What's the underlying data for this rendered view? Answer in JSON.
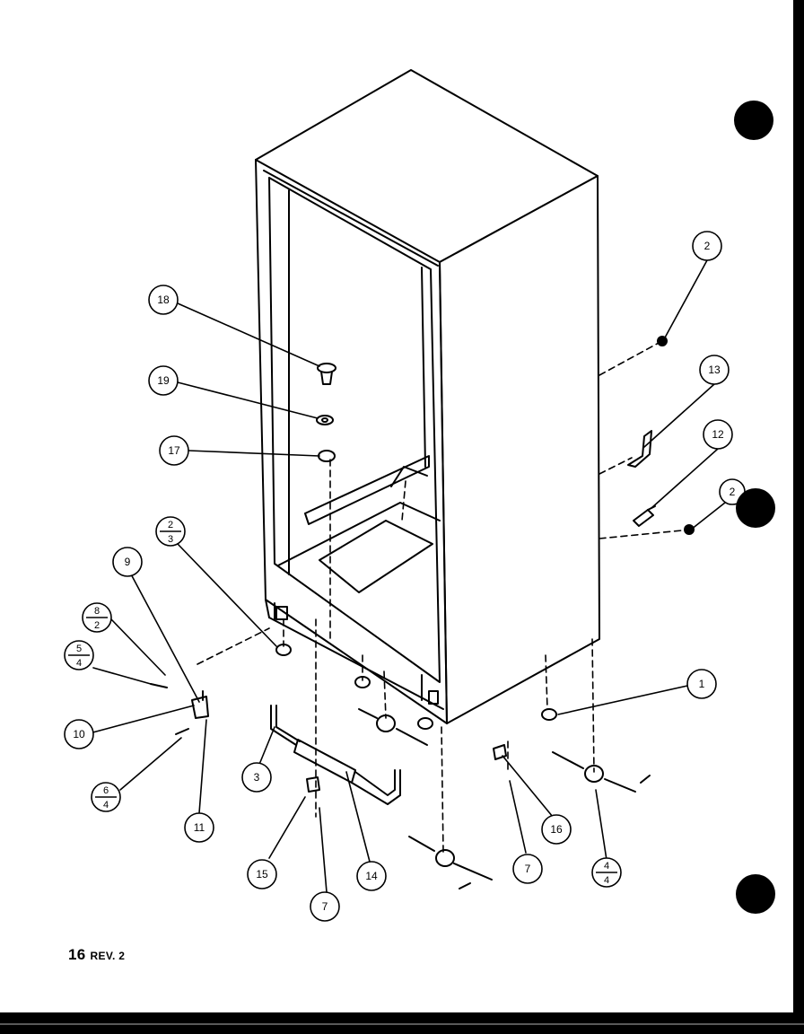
{
  "diagram": {
    "footer": {
      "main": "16",
      "rev": "REV. 2"
    },
    "callouts": {
      "c18": "18",
      "c19": "19",
      "c17": "17",
      "c2a": "2",
      "c13": "13",
      "c12": "12",
      "c2b": "2",
      "c1": "1",
      "c9": "9",
      "c10": "10",
      "c11": "11",
      "c3": "3",
      "c15": "15",
      "c7a": "7",
      "c14": "14",
      "c7b": "7",
      "c16": "16"
    },
    "fractions": {
      "f23": {
        "top": "2",
        "bottom": "3"
      },
      "f82": {
        "top": "8",
        "bottom": "2"
      },
      "f54": {
        "top": "5",
        "bottom": "4"
      },
      "f64": {
        "top": "6",
        "bottom": "4"
      },
      "f44": {
        "top": "4",
        "bottom": "4"
      }
    }
  }
}
